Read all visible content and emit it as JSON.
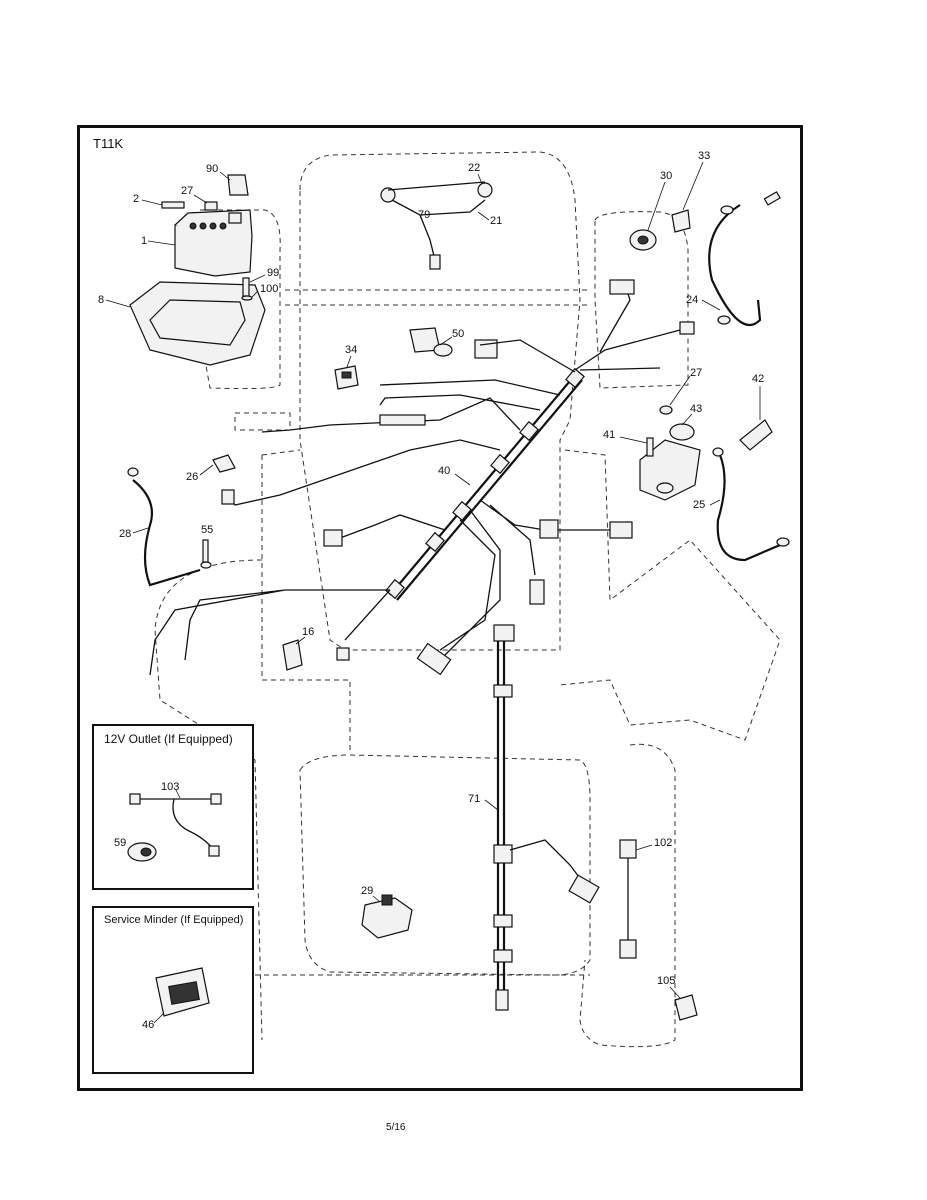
{
  "sheet_id": "T11K",
  "page_number": "5/16",
  "insets": {
    "outlet_title": "12V Outlet (If Equipped)",
    "service_title": "Service Minder (If Equipped)"
  },
  "callouts": {
    "c90": "90",
    "c27a": "27",
    "c2": "2",
    "c1": "1",
    "c99": "99",
    "c100": "100",
    "c8": "8",
    "c22": "22",
    "c79": "79",
    "c21": "21",
    "c30": "30",
    "c33": "33",
    "c24": "24",
    "c50": "50",
    "c34": "34",
    "c27b": "27",
    "c42": "42",
    "c43": "43",
    "c41": "41",
    "c26": "26",
    "c40": "40",
    "c25": "25",
    "c28": "28",
    "c55": "55",
    "c16": "16",
    "c103": "103",
    "c59": "59",
    "c71": "71",
    "c102": "102",
    "c29": "29",
    "c46": "46",
    "c105": "105"
  }
}
